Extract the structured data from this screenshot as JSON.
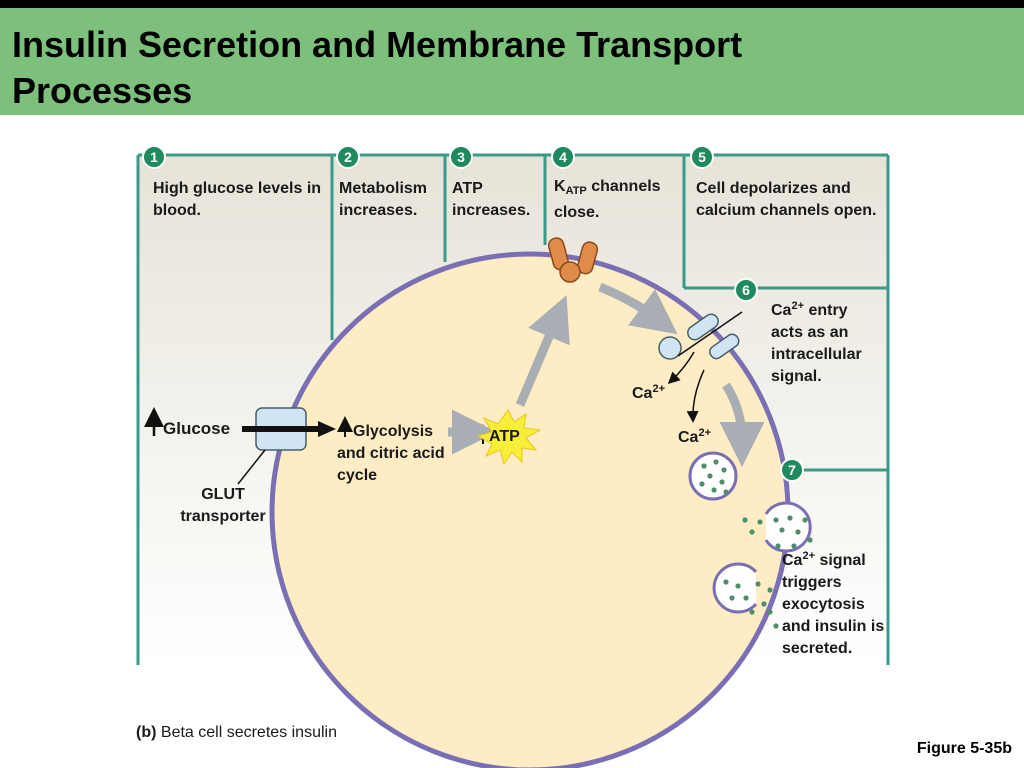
{
  "title": "Insulin Secretion and Membrane Transport Processes",
  "steps": [
    {
      "number": "1",
      "text": "High glucose levels in blood."
    },
    {
      "number": "2",
      "text": "Metabolism increases."
    },
    {
      "number": "3",
      "text": "ATP increases."
    },
    {
      "number": "4",
      "text_prefix": "K",
      "text_sub": "ATP",
      "text_suffix": " channels close."
    },
    {
      "number": "5",
      "text": "Cell depolarizes and calcium channels open."
    },
    {
      "number": "6",
      "text_prefix": "Ca",
      "text_sup": "2+",
      "text_suffix": " entry acts as an intracellular signal."
    },
    {
      "number": "7",
      "text_prefix": "Ca",
      "text_sup": "2+",
      "text_suffix": " signal triggers exocytosis and insulin is secreted."
    }
  ],
  "labels": {
    "glucose": "Glucose",
    "glut_transporter": "GLUT transporter",
    "glycolysis": "Glycolysis and citric acid cycle",
    "atp": "ATP",
    "ca_base": "Ca",
    "ca_charge": "2+"
  },
  "caption": {
    "prefix": "(b)",
    "text": "Beta cell secretes insulin"
  },
  "figure_ref": "Figure 5-35b",
  "colors": {
    "header": "#7cc07c",
    "border": "#3a9a8a",
    "cell_fill": "#fdecc4",
    "membrane": "#7a6fb4",
    "badge": "#1f8a5e",
    "atp_star": "#f7ee3a",
    "channel": "#cfe5f3",
    "katp": "#e08b4a"
  }
}
